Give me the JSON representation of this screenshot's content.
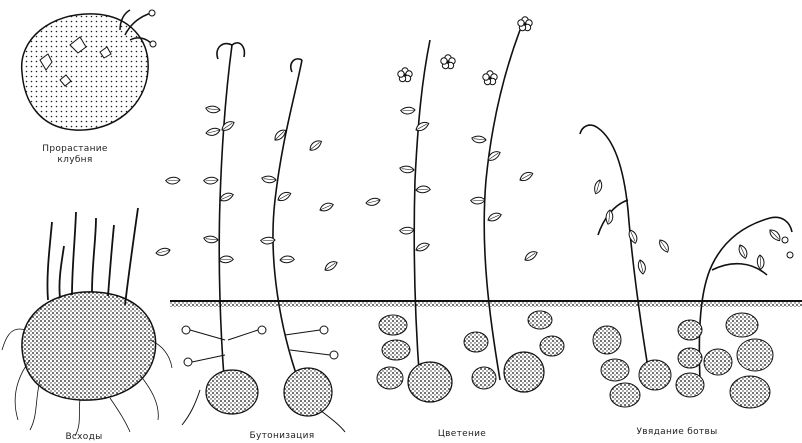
{
  "captions": {
    "sprouting_tuber_line1": "Прорастание",
    "sprouting_tuber_line2": "клубня",
    "shoots": "Всходы",
    "budding": "Бутонизация",
    "flowering": "Цветение",
    "wilting": "Увядание ботвы"
  }
}
